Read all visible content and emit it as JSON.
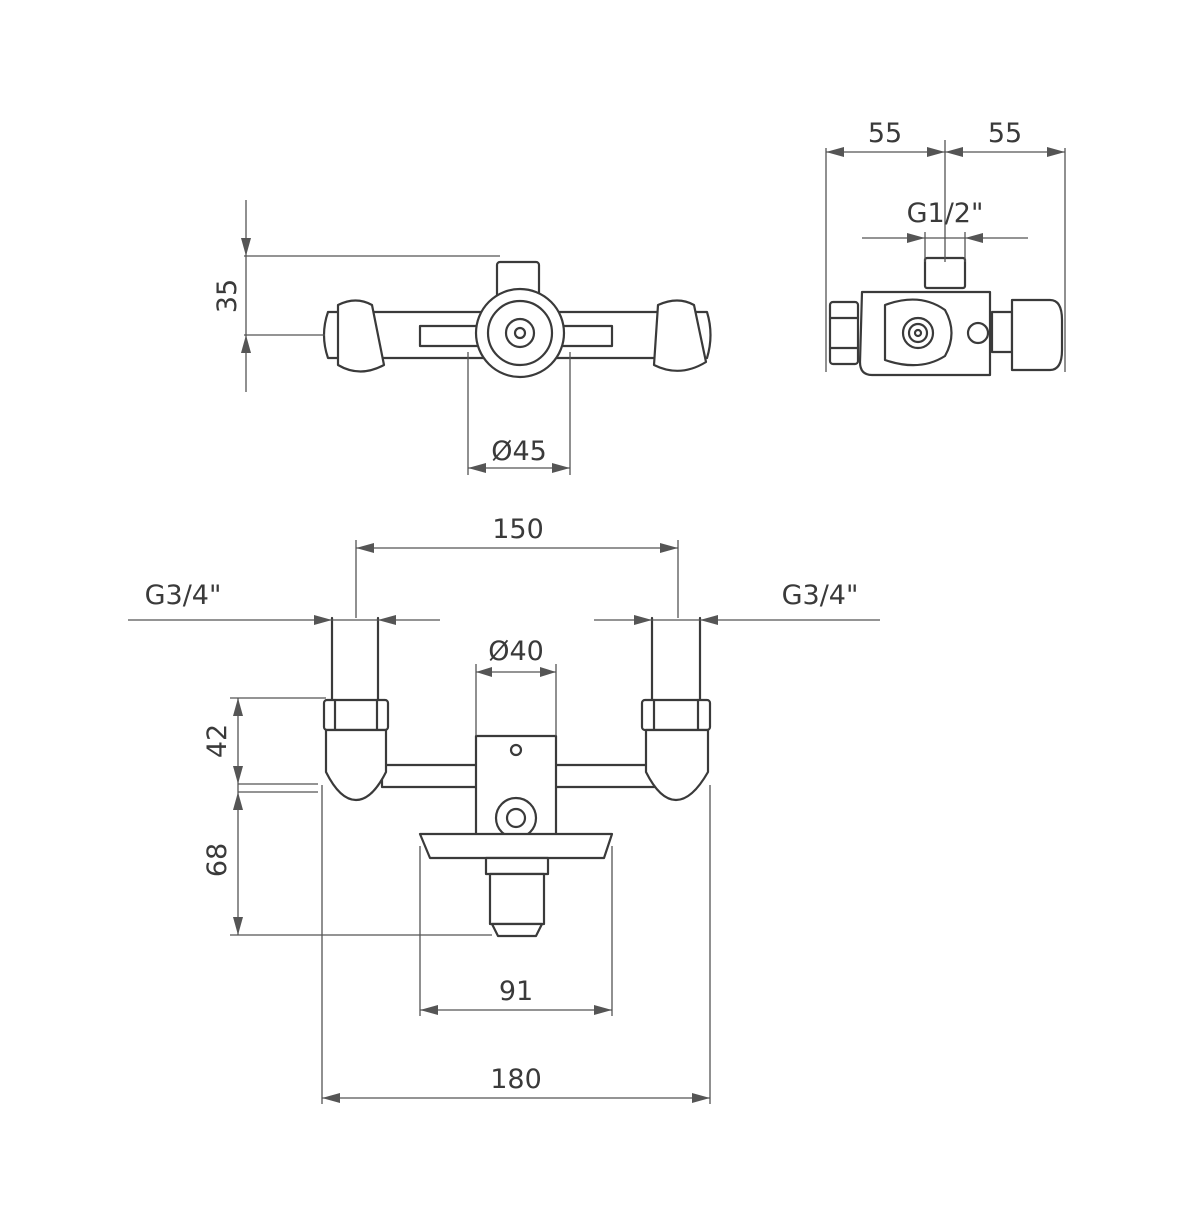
{
  "views": {
    "top_view": {
      "height_label": "35",
      "body_diameter_label": "Ø45"
    },
    "side_view": {
      "left_offset_label": "55",
      "right_offset_label": "55",
      "outlet_thread_label": "G1/2\""
    },
    "front_view": {
      "inlet_spacing_label": "150",
      "left_inlet_thread_label": "G3/4\"",
      "right_inlet_thread_label": "G3/4\"",
      "cartridge_diameter_label": "Ø40",
      "inlet_height_label": "42",
      "outlet_height_label": "68",
      "lever_width_label": "91",
      "overall_width_label": "180"
    }
  }
}
